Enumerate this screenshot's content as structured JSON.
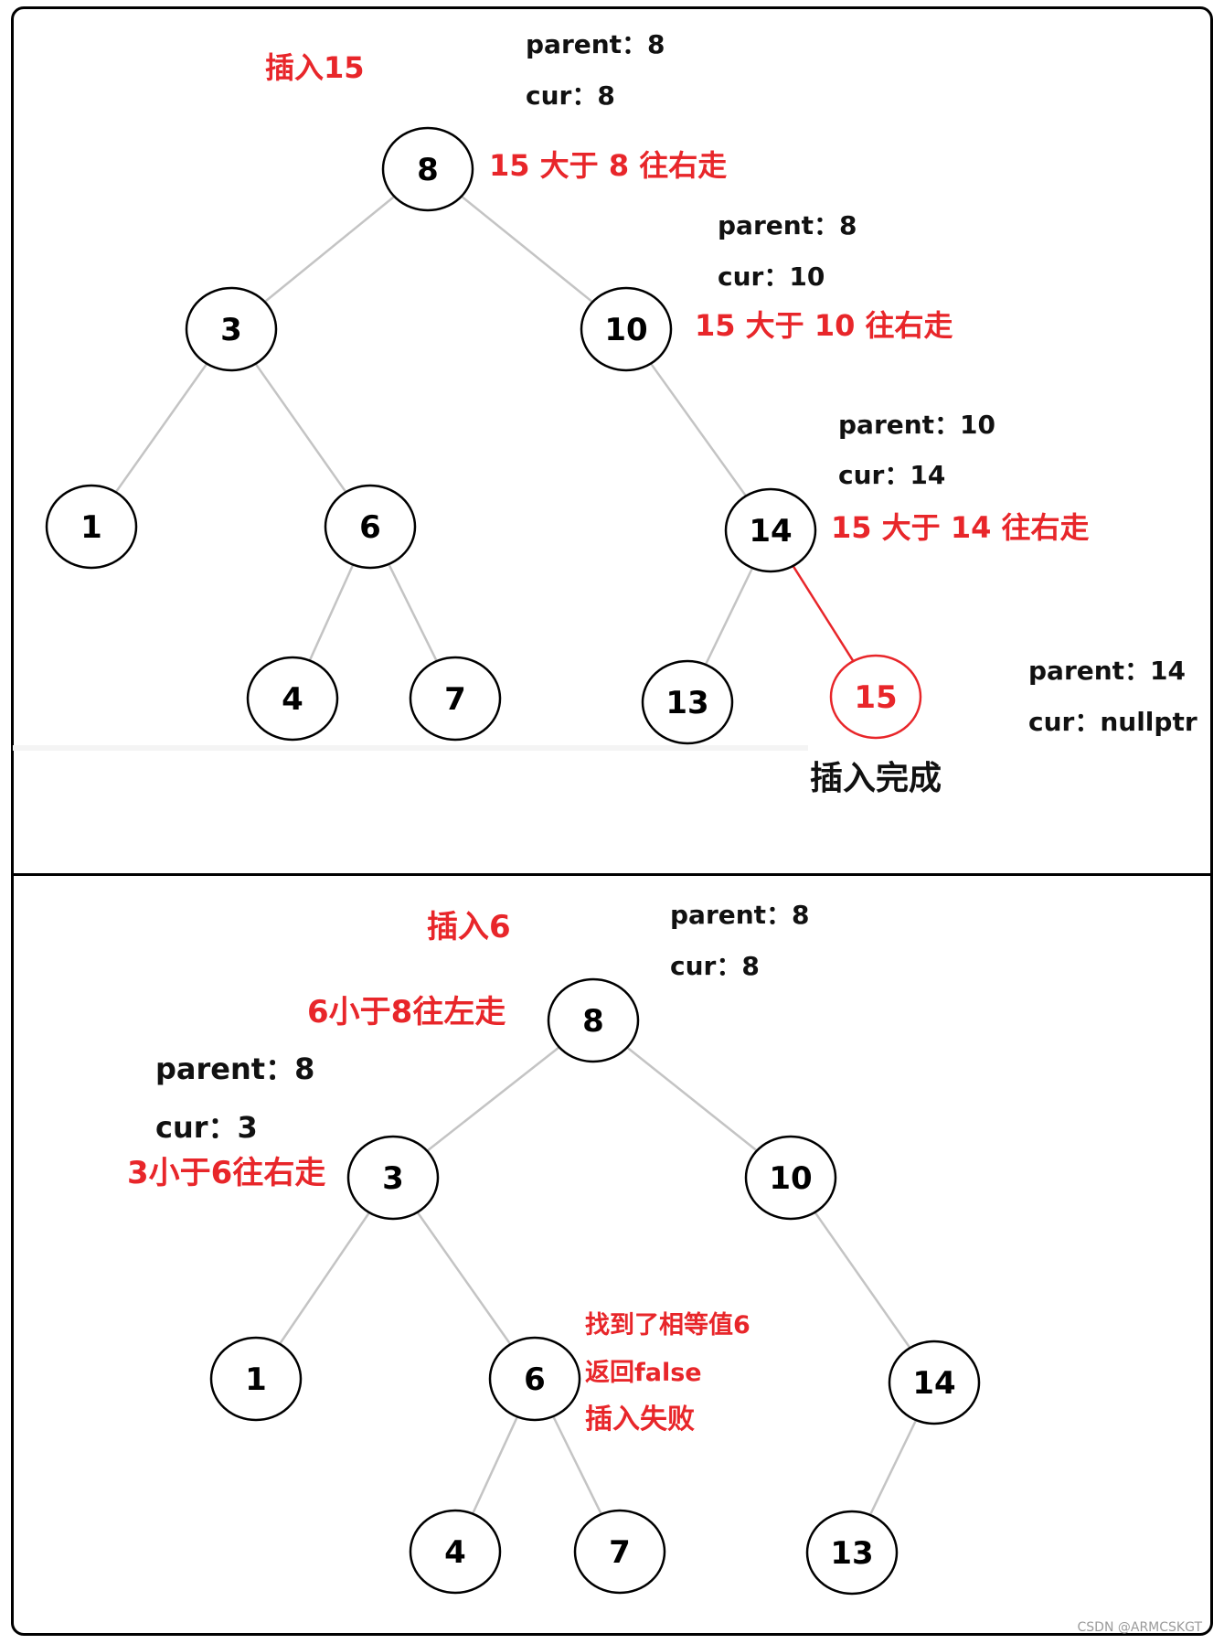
{
  "top_panel": {
    "title": "插入15",
    "status_root": {
      "parent": "parent：8",
      "cur": "cur：8"
    },
    "status_10": {
      "parent": "parent：8",
      "cur": "cur：10"
    },
    "status_14": {
      "parent": "parent：10",
      "cur": "cur：14"
    },
    "status_final": {
      "parent": "parent：14",
      "cur": "cur：nullptr"
    },
    "step_root": "15 大于 8 往右走",
    "step_10": "15 大于 10 往右走",
    "step_14": "15 大于 14 往右走",
    "result": "插入完成",
    "nodes": [
      {
        "id": "t8",
        "value": "8"
      },
      {
        "id": "t3",
        "value": "3"
      },
      {
        "id": "t10",
        "value": "10"
      },
      {
        "id": "t1",
        "value": "1"
      },
      {
        "id": "t6",
        "value": "6"
      },
      {
        "id": "t14",
        "value": "14"
      },
      {
        "id": "t4",
        "value": "4"
      },
      {
        "id": "t7",
        "value": "7"
      },
      {
        "id": "t13",
        "value": "13"
      },
      {
        "id": "t15",
        "value": "15",
        "highlight": true
      }
    ],
    "edges": [
      [
        "t8",
        "t3"
      ],
      [
        "t8",
        "t10"
      ],
      [
        "t3",
        "t1"
      ],
      [
        "t3",
        "t6"
      ],
      [
        "t10",
        "t14"
      ],
      [
        "t6",
        "t4"
      ],
      [
        "t6",
        "t7"
      ],
      [
        "t14",
        "t13"
      ],
      [
        "t14",
        "t15",
        "highlight"
      ]
    ]
  },
  "bottom_panel": {
    "title": "插入6",
    "status_root": {
      "parent": "parent：8",
      "cur": "cur：8"
    },
    "status_3": {
      "parent": "parent：8",
      "cur": "cur：3"
    },
    "step_root": "6小于8往左走",
    "step_3": "3小于6往右走",
    "found_lines": [
      "找到了相等值6",
      "返回false",
      "插入失败"
    ],
    "nodes": [
      {
        "id": "b8",
        "value": "8"
      },
      {
        "id": "b3",
        "value": "3"
      },
      {
        "id": "b10",
        "value": "10"
      },
      {
        "id": "b1",
        "value": "1"
      },
      {
        "id": "b6",
        "value": "6"
      },
      {
        "id": "b14",
        "value": "14"
      },
      {
        "id": "b4",
        "value": "4"
      },
      {
        "id": "b7",
        "value": "7"
      },
      {
        "id": "b13",
        "value": "13"
      }
    ],
    "edges": [
      [
        "b8",
        "b3"
      ],
      [
        "b8",
        "b10"
      ],
      [
        "b3",
        "b1"
      ],
      [
        "b3",
        "b6"
      ],
      [
        "b10",
        "b14"
      ],
      [
        "b6",
        "b4"
      ],
      [
        "b6",
        "b7"
      ],
      [
        "b14",
        "b13"
      ]
    ]
  },
  "colors": {
    "highlight": "#e8262a",
    "edge": "#c4c4c4",
    "text": "#111111"
  },
  "watermark": "CSDN @ARMCSKGT"
}
